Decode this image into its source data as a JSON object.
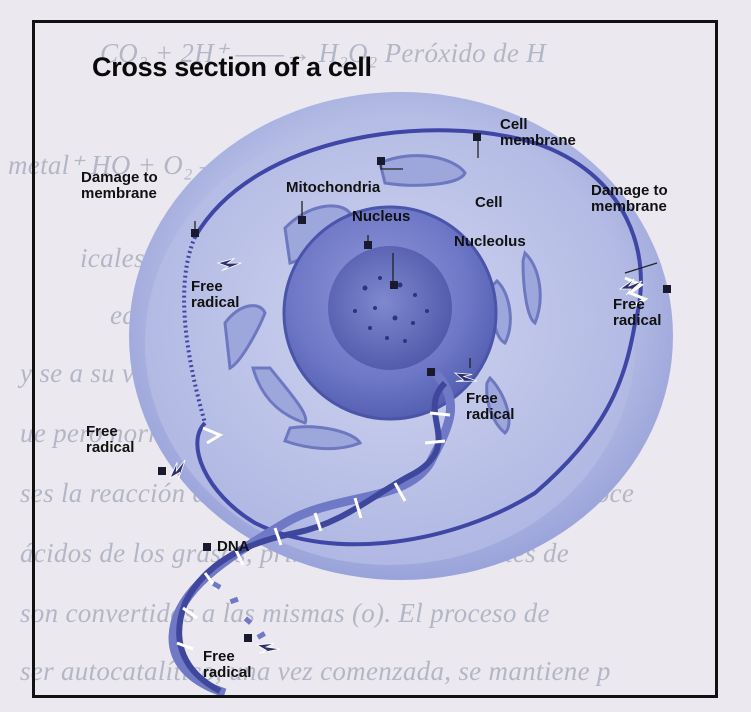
{
  "title": "Cross section of a cell",
  "labels": {
    "cell_membrane": [
      "Cell",
      "membrane"
    ],
    "damage_left": [
      "Damage to",
      "membrane"
    ],
    "damage_right": [
      "Damage to",
      "membrane"
    ],
    "mitochondria": "Mitochondria",
    "cell": "Cell",
    "nucleus": "Nucleus",
    "nucleolus": "Nucleolus",
    "free_radical_1": [
      "Free",
      "radical"
    ],
    "free_radical_2": [
      "Free",
      "radical"
    ],
    "free_radical_3": [
      "Free",
      "radical"
    ],
    "free_radical_4": [
      "Free",
      "radical"
    ],
    "free_radical_5": [
      "Free",
      "radical"
    ],
    "dna": "DNA"
  },
  "colors": {
    "cytoplasm": "#b9c0e6",
    "membrane": "#3f46a6",
    "nucleus": "#6e78c8",
    "nucleolus": "#4a54a8",
    "dna": "#3e479c"
  }
}
